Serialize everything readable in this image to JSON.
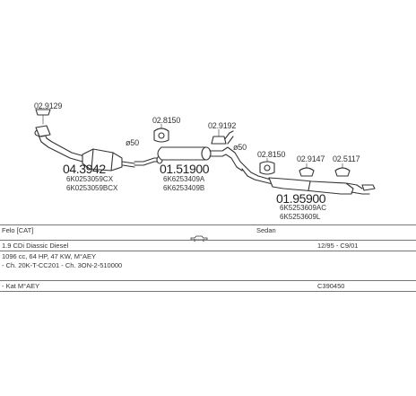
{
  "parts": {
    "gasket_1": "02.9129",
    "gasket_2": "02.8150",
    "gasket_3": "02.9192",
    "gasket_4": "02.8150",
    "clamp_1": "02.9147",
    "clamp_2": "02.5117",
    "dia_1": "ø50",
    "dia_2": "ø50"
  },
  "sections": {
    "front": {
      "number": "04.3942",
      "oem": [
        "6K0253059CX",
        "6K0253059BCX"
      ]
    },
    "middle": {
      "number": "01.51900",
      "oem": [
        "6K6253409A",
        "6K6253409B"
      ]
    },
    "rear": {
      "number": "01.95900",
      "oem": [
        "6K5253609AC",
        "6K5253609L"
      ]
    }
  },
  "vehicle": {
    "model": "Felo [CAT]",
    "body_type": "Sedan",
    "engine": "1.9 CDi Diassic Diesel",
    "years": "12/95 - C9/01",
    "spec": "1096 cc, 64 HP, 47 KW, M°AEY",
    "chassis": "- Ch. 20K-T-CC201 - Ch. 3ON-2-510000",
    "kit": "- Kat M°AEY",
    "kit_code": "C390450"
  },
  "colors": {
    "line": "#333333",
    "rule": "#777777"
  }
}
